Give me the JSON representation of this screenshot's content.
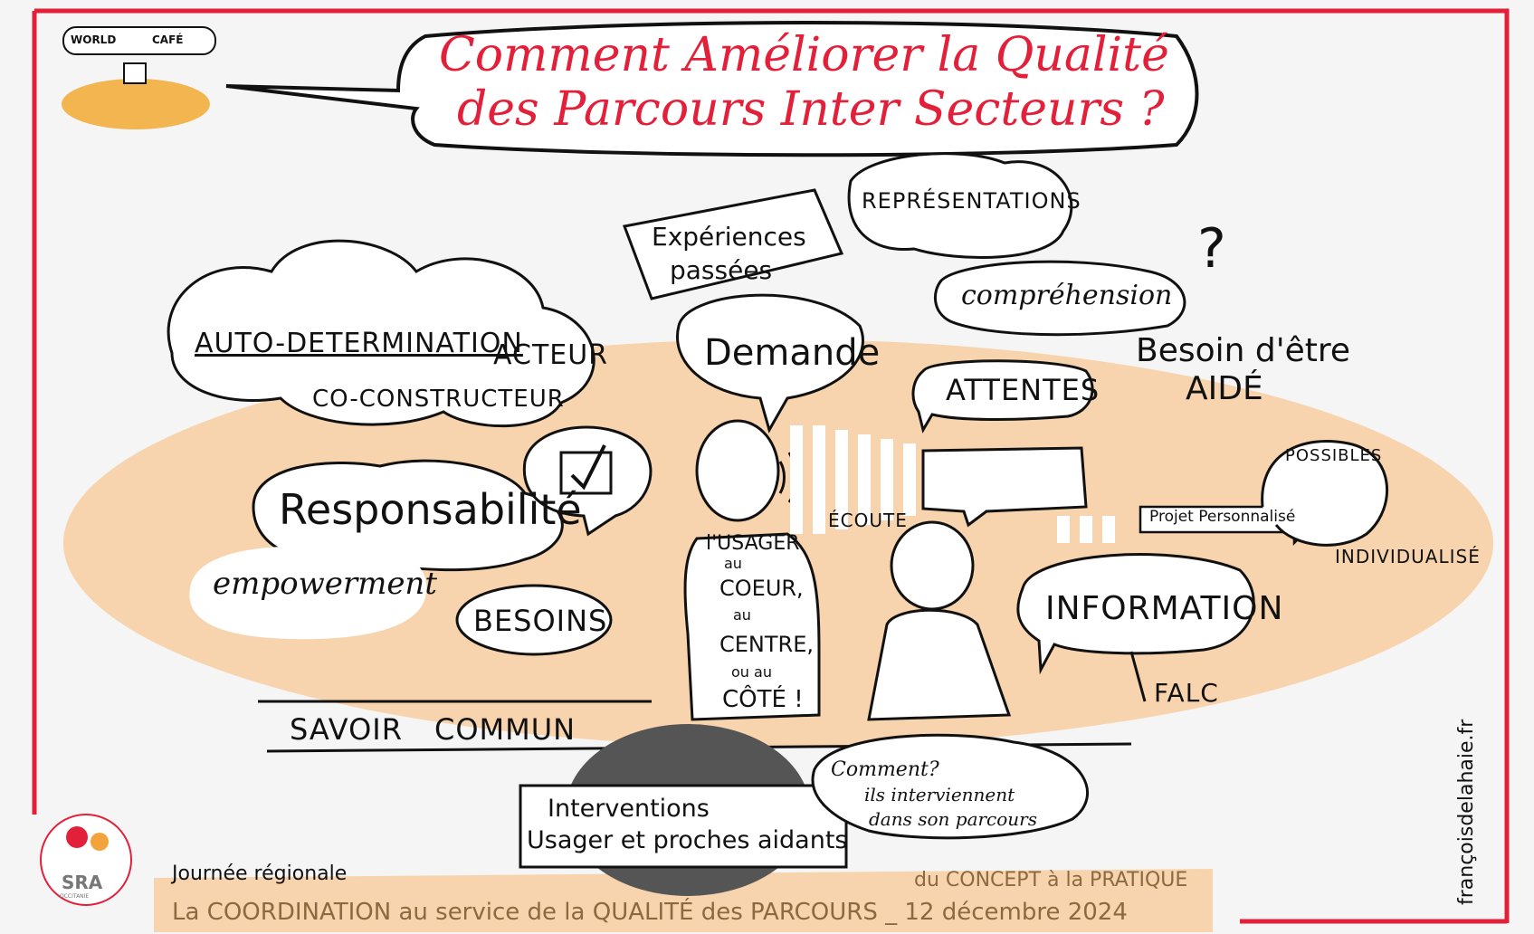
{
  "title": {
    "line1": "Comment Améliorer la Qualité",
    "line2": "des Parcours Inter Secteurs ?"
  },
  "world_cafe": {
    "world": "WORLD",
    "cafe": "CAFÉ"
  },
  "clouds": {
    "auto_determination": "AUTO-DETERMINATION",
    "acteur": "ACTEUR",
    "co_constructeur": "CO-CONSTRUCTEUR",
    "experiences_line1": "Expériences",
    "experiences_line2": "passées",
    "representations": "REPRÉSENTATIONS",
    "comprehension": "compréhension",
    "demande": "Demande",
    "attentes": "ATTENTES",
    "besoin_line1": "Besoin d'être",
    "besoin_line2": "AIDÉ",
    "responsabilite": "Responsabilité",
    "empowerment": "empowerment",
    "besoins": "BESOINS",
    "information": "INFORMATION",
    "falc": "FALC",
    "ecoute": "ÉCOUTE",
    "possibles": "POSSIBLES",
    "projet": "Projet Personnalisé",
    "individualise": "INDIVIDUALISÉ",
    "savoir": "SAVOIR",
    "commun": "COMMUN",
    "comment": "Comment?",
    "interviennent_line1": "ils interviennent",
    "interviennent_line2": "dans son parcours"
  },
  "person_text": {
    "l1": "l'USAGER",
    "l2": "au",
    "l3": "COEUR,",
    "l4": "au",
    "l5": "CENTRE,",
    "l6": "ou au",
    "l7": "CÔTÉ !"
  },
  "interventions": {
    "line1": "Interventions",
    "line2": "Usager et proches aidants"
  },
  "footer": {
    "logo": "SRA",
    "logo_sub": "OCCITANIE",
    "journee": "Journée régionale",
    "concept": "du CONCEPT à la PRATIQUE",
    "main": "La COORDINATION au service de la QUALITÉ des PARCOURS _ 12 décembre 2024",
    "signature": "françoisdelahaie.fr"
  },
  "colors": {
    "frame": "#e3203a",
    "blob": "#f7d4ad",
    "ink": "#111111"
  }
}
